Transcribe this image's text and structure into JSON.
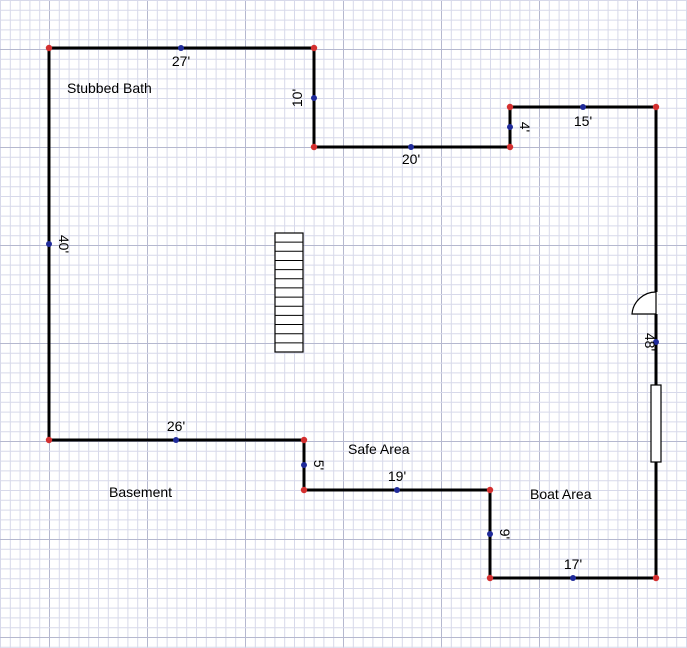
{
  "diagram": {
    "room_labels": {
      "stubbed_bath": "Stubbed Bath",
      "safe_area": "Safe Area",
      "basement": "Basement",
      "boat_area": "Boat Area"
    },
    "dimensions": {
      "top_left": "27'",
      "inner_vertical": "10'",
      "inner_horizontal": "20'",
      "small_vertical": "4'",
      "top_right": "15'",
      "left_side": "40'",
      "right_side": "48'",
      "bottom_left": "26'",
      "safe_vertical": "5'",
      "safe_horizontal": "19'",
      "boat_vertical": "9'",
      "bottom_right": "17'"
    },
    "colors": {
      "wall": "#000000",
      "corner_point": "#d32f2f",
      "midpoint": "#1f2a9a",
      "grid_minor": "#d7d9ea",
      "grid_major": "#b5b8cf"
    }
  }
}
